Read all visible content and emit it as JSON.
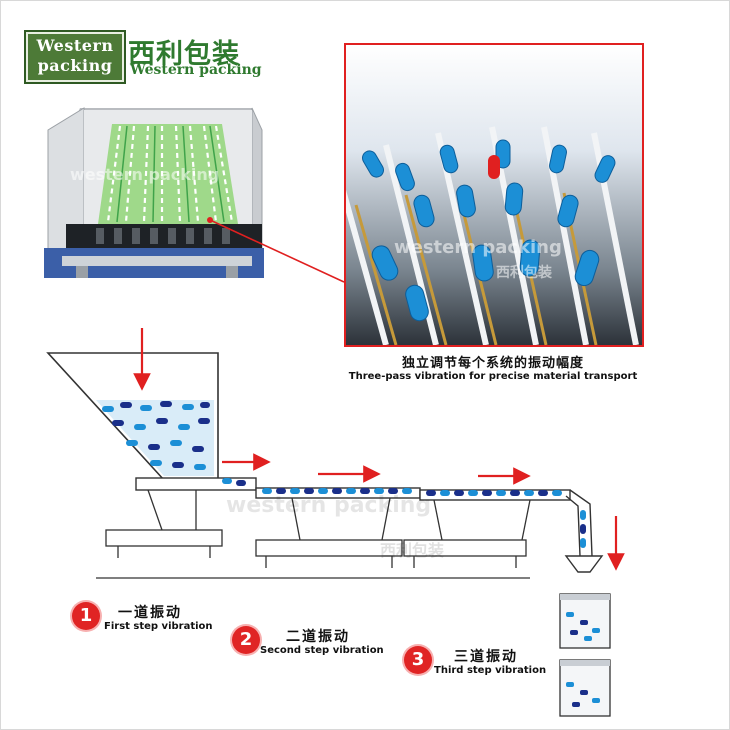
{
  "logo": {
    "line1": "Western",
    "line2": "packing",
    "cn": "西利包装",
    "en": "Western packing"
  },
  "watermark": {
    "en": "western packing",
    "cn": "西利包装"
  },
  "caption": {
    "cn": "独立调节每个系统的振动幅度",
    "en": "Three-pass vibration for precise material transport"
  },
  "steps": [
    {
      "num": "1",
      "cn": "一道振动",
      "en": "First step vibration"
    },
    {
      "num": "2",
      "cn": "二道振动",
      "en": "Second step vibration"
    },
    {
      "num": "3",
      "cn": "三道振动",
      "en": "Third step vibration"
    }
  ],
  "colors": {
    "accent_red": "#e02020",
    "logo_green": "#4d7a37",
    "brand_green": "#2f7a2f",
    "capsule_blue": "#1c8fd6",
    "capsule_dark": "#1a2f8a",
    "capsule_light": "#d9ecf8"
  }
}
